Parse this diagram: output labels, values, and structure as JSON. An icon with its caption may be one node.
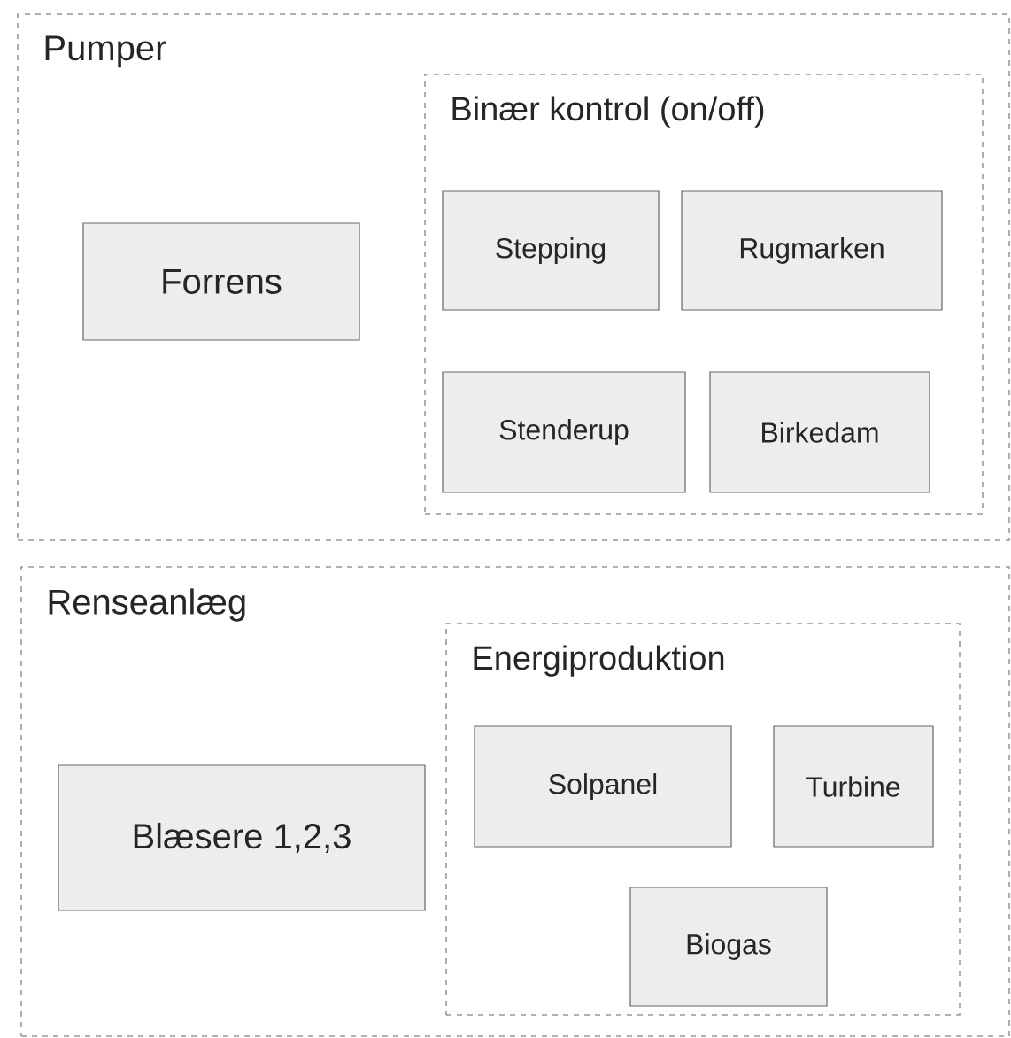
{
  "diagram": {
    "nodes": [
      {
        "text": [
          "Pumper"
        ]
      },
      {
        "text": [
          "Binær kontrol (on/off)"
        ],
        "in": 0
      },
      {
        "text": [
          "Forrens"
        ],
        "in": 0
      },
      {
        "text": [
          "Stepping"
        ],
        "in": 1
      },
      {
        "text": [
          "Rugmarken"
        ],
        "in": 1
      },
      {
        "text": [
          "Stenderup"
        ],
        "in": 1
      },
      {
        "text": [
          "Birkedam"
        ],
        "in": 1
      },
      {
        "text": [
          "Renseanlæg"
        ]
      },
      {
        "text": [
          "Energiproduktion"
        ],
        "in": 7
      },
      {
        "text": [
          "Blæsere 1,2,3"
        ],
        "in": 7
      },
      {
        "text": [
          "Solpanel"
        ],
        "in": 8
      },
      {
        "text": [
          "Turbine"
        ],
        "in": 8
      },
      {
        "text": [
          "Biogas"
        ],
        "in": 8
      }
    ]
  }
}
